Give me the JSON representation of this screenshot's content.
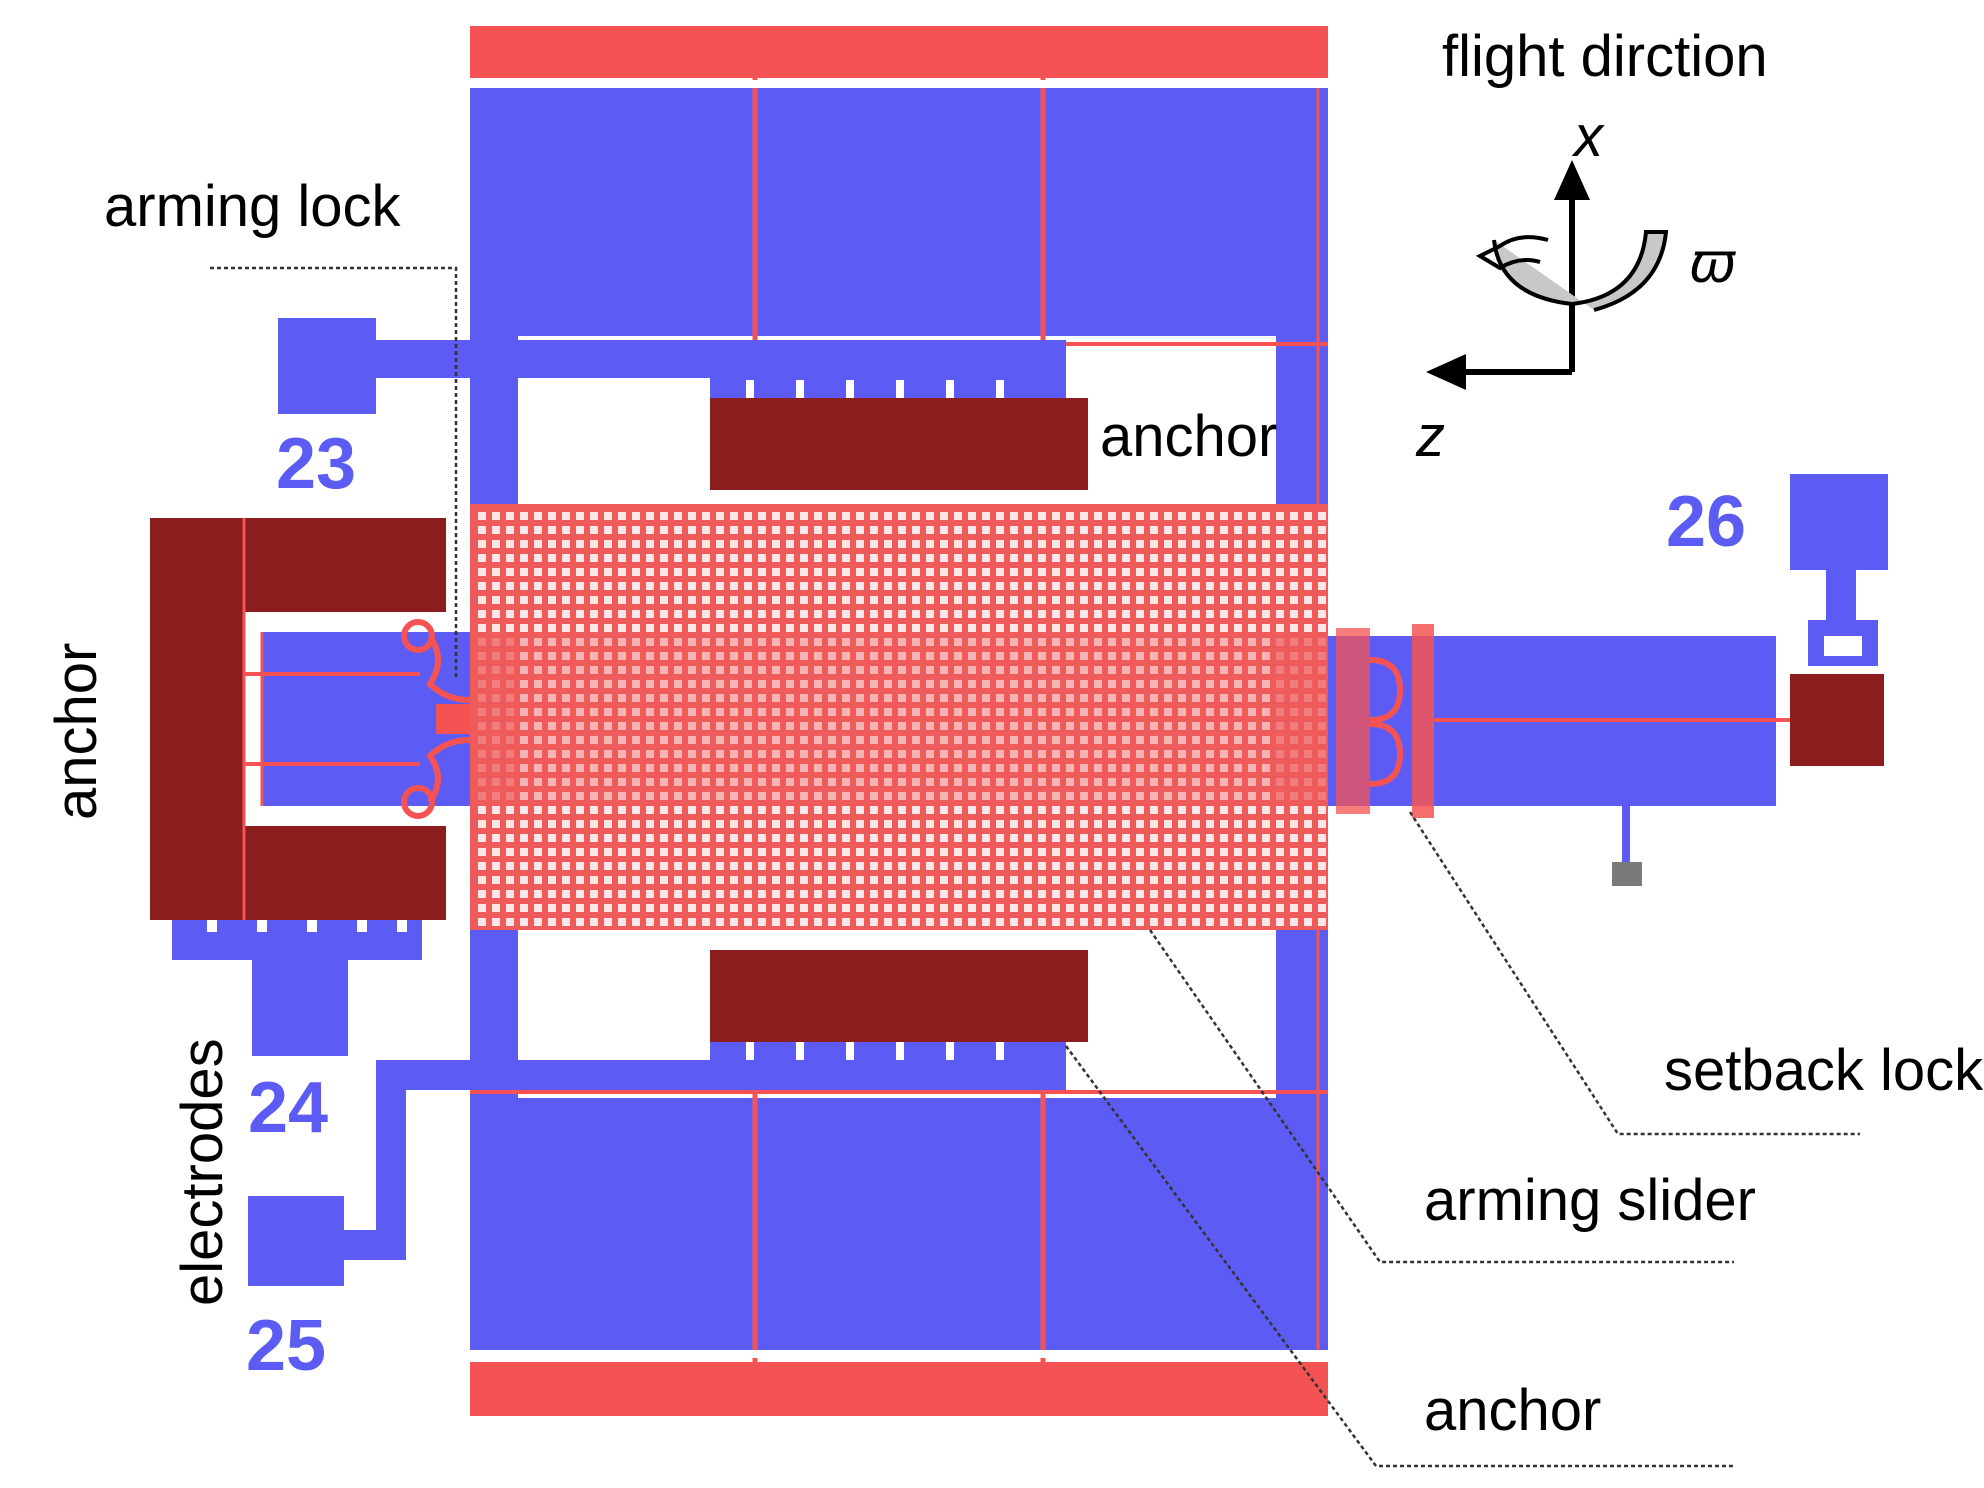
{
  "labels": {
    "flight_direction": "flight dirction",
    "axis_x": "x",
    "axis_z": "z",
    "omega": "ϖ",
    "arming_lock": "arming lock",
    "anchor_top": "anchor",
    "anchor_left": "anchor",
    "anchor_bottom": "anchor",
    "setback_lock": "setback lock",
    "arming_slider": "arming slider",
    "electrodes": "electrodes"
  },
  "pads": {
    "p23": "23",
    "p24": "24",
    "p25": "25",
    "p26": "26"
  },
  "colors": {
    "blue": "#5c5cf5",
    "red": "#f55353",
    "dark_red": "#8b1d1d",
    "mesh_bg": "#ef5a5a",
    "white": "#ffffff"
  }
}
